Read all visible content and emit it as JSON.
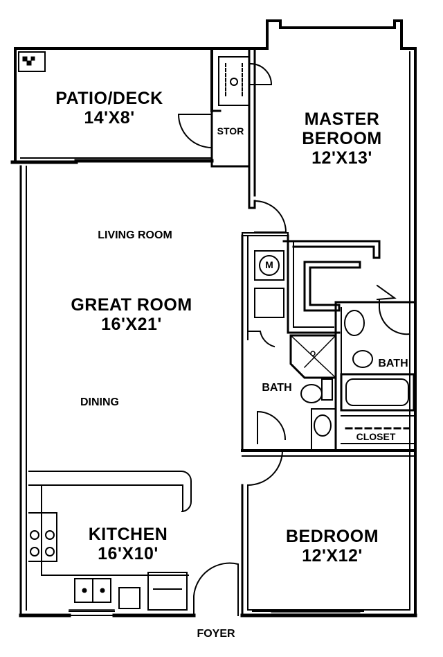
{
  "rooms": {
    "patio": {
      "name": "PATIO/DECK",
      "size": "14'X8'"
    },
    "storage": {
      "name": "STOR"
    },
    "master": {
      "name_line1": "MASTER",
      "name_line2": "BEROOM",
      "size": "12'X13'"
    },
    "living": {
      "name": "LIVING ROOM"
    },
    "great": {
      "name": "GREAT ROOM",
      "size": "16'X21'"
    },
    "dining": {
      "name": "DINING"
    },
    "bath_hall": {
      "name": "BATH"
    },
    "bath_master": {
      "name": "BATH"
    },
    "closet": {
      "name": "CLOSET"
    },
    "bedroom": {
      "name": "BEDROOM",
      "size": "12'X12'"
    },
    "kitchen": {
      "name": "KITCHEN",
      "size": "16'X10'"
    },
    "foyer": {
      "name": "FOYER"
    }
  },
  "fixtures": {
    "washer_symbol": "M"
  },
  "colors": {
    "line": "#000000",
    "background": "#ffffff"
  }
}
